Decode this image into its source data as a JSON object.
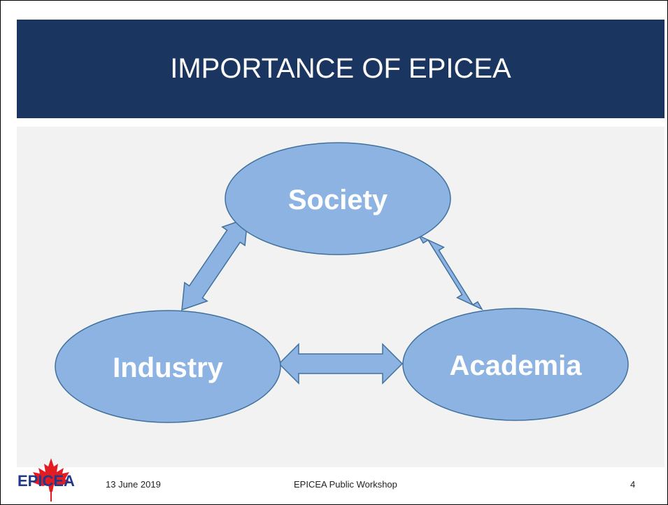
{
  "slide": {
    "title": "IMPORTANCE OF EPICEA"
  },
  "diagram": {
    "nodes": [
      {
        "id": "society",
        "label": "Society"
      },
      {
        "id": "industry",
        "label": "Industry"
      },
      {
        "id": "academia",
        "label": "Academia"
      }
    ],
    "edges": [
      {
        "from": "industry",
        "to": "society",
        "type": "bidirectional"
      },
      {
        "from": "society",
        "to": "academia",
        "type": "bidirectional"
      },
      {
        "from": "industry",
        "to": "academia",
        "type": "bidirectional"
      }
    ],
    "colors": {
      "node_fill": "#8db3e2",
      "node_stroke": "#41719c",
      "arrow_fill": "#8db3e2",
      "arrow_stroke": "#41719c",
      "node_text": "#ffffff"
    }
  },
  "footer": {
    "date": "13 June 2019",
    "event": "EPICEA Public Workshop",
    "page": "4",
    "logo_text": "EPICEA"
  },
  "colors": {
    "header_bg": "#1a3660",
    "content_bg": "#f2f2f2",
    "logo_red": "#e31b23",
    "logo_blue": "#1e3a8a"
  }
}
